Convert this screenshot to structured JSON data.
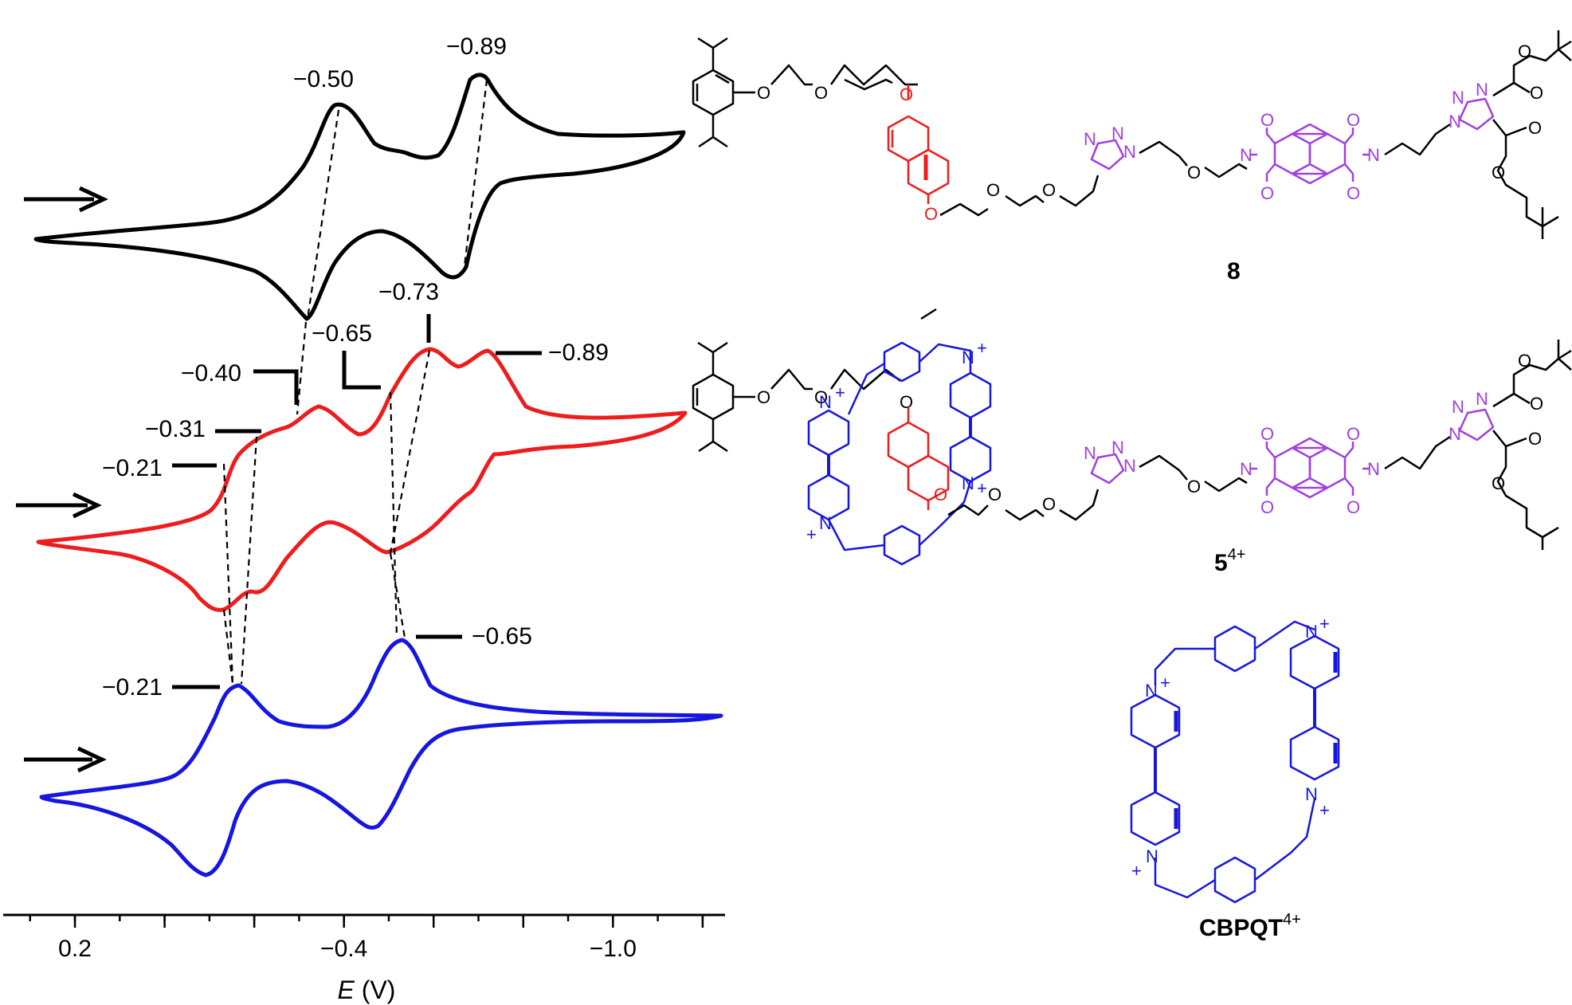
{
  "chart_data": {
    "type": "line",
    "xlabel_italic": "E",
    "xlabel_unit": " (V)",
    "x_axis_reversed": true,
    "xlim": [
      0.36,
      -1.25
    ],
    "x_ticks": [
      0.2,
      -0.4,
      -1.0
    ],
    "x_tick_labels": [
      "0.2",
      "−0.4",
      "−1.0"
    ],
    "grid": false,
    "series": [
      {
        "color": "#000000",
        "peaks": [
          {
            "E": -0.5,
            "label": "−0.50"
          },
          {
            "E": -0.89,
            "label": "−0.89"
          }
        ]
      },
      {
        "color": "#ee1c1c",
        "peaks": [
          {
            "E": -0.21,
            "label": "−0.21"
          },
          {
            "E": -0.31,
            "label": "−0.31"
          },
          {
            "E": -0.4,
            "label": "−0.40"
          },
          {
            "E": -0.65,
            "label": "−0.65"
          },
          {
            "E": -0.73,
            "label": "−0.73"
          },
          {
            "E": -0.89,
            "label": "−0.89"
          }
        ]
      },
      {
        "color": "#1616e0",
        "peaks": [
          {
            "E": -0.21,
            "label": "−0.21"
          },
          {
            "E": -0.65,
            "label": "−0.65"
          }
        ]
      }
    ]
  },
  "structures": {
    "compound_8": {
      "label": "8"
    },
    "compound_5": {
      "label": "5",
      "charge": "4+"
    },
    "cbpqt": {
      "label": "CBPQT",
      "charge": "4+"
    }
  },
  "atoms": {
    "oxygen": "O",
    "nitrogen": "N",
    "plus": "+"
  },
  "colors": {
    "black": "#000000",
    "red": "#ee1c1c",
    "blue": "#1616e0",
    "purple": "#a040e0"
  }
}
